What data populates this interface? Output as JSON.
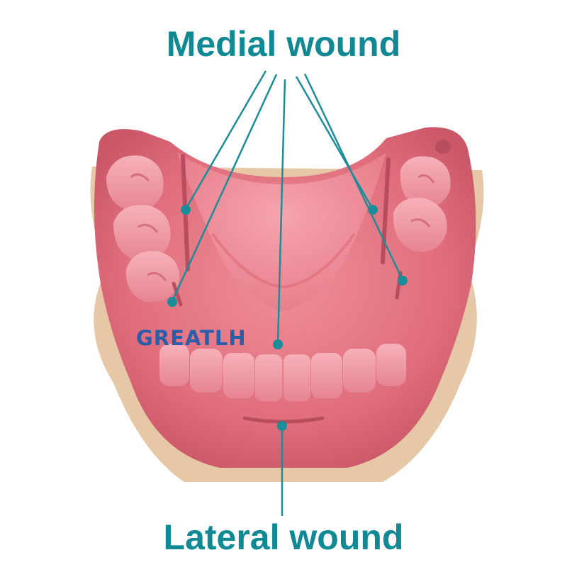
{
  "labels": {
    "medial": "Medial wound",
    "lateral": "Lateral wound"
  },
  "brand": {
    "text": "GREATLH"
  },
  "colors": {
    "label": "#0f8a95",
    "brand": "#2b5ea8",
    "gum": "#e0727f",
    "gum_light": "#f29aa3",
    "gum_dark": "#b84e5d",
    "palate": "#ef8f9b",
    "tooth": "#f19ca4",
    "pointer": "#1b8d98",
    "base": "#e6c7a6"
  }
}
